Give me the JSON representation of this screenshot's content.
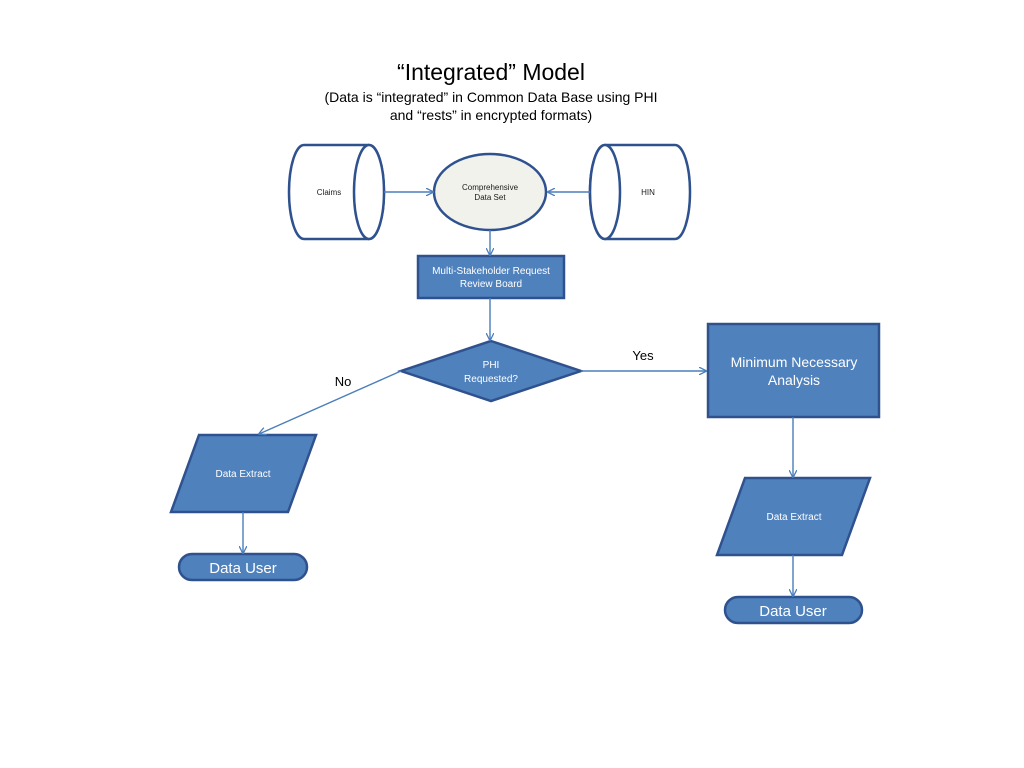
{
  "title": "“Integrated” Model",
  "subtitle_line1": "(Data is “integrated” in Common Data Base using PHI",
  "subtitle_line2": "and “rests” in encrypted formats)",
  "colors": {
    "node_fill": "#4f81bd",
    "node_stroke": "#2f528f",
    "ellipse_fill": "#f2f2ed",
    "arrow": "#4a7ebb"
  },
  "nodes": {
    "claims": "Claims",
    "hin": "HIN",
    "comprehensive_line1": "Comprehensive",
    "comprehensive_line2": "Data Set",
    "review_board_line1": "Multi-Stakeholder Request",
    "review_board_line2": "Review Board",
    "decision_line1": "PHI",
    "decision_line2": "Requested?",
    "minimum_line1": "Minimum Necessary",
    "minimum_line2": "Analysis",
    "extract_left": "Data Extract",
    "extract_right": "Data Extract",
    "user_left": "Data User",
    "user_right": "Data User"
  },
  "edge_labels": {
    "no": "No",
    "yes": "Yes"
  }
}
